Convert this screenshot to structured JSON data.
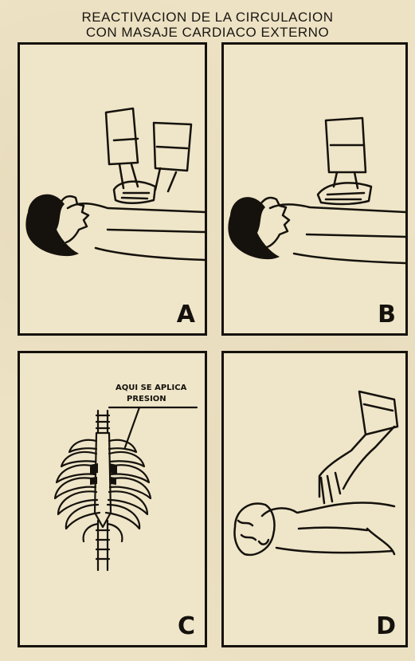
{
  "title": {
    "line1": "REACTIVACION DE LA CIRCULACION",
    "line2": "CON MASAJE CARDIACO EXTERNO"
  },
  "panels": [
    {
      "id": "A",
      "label": "A",
      "illustration": "cpr-hands-on-chest"
    },
    {
      "id": "B",
      "label": "B",
      "illustration": "cpr-compression"
    },
    {
      "id": "C",
      "label": "C",
      "illustration": "ribcage-pressure-point",
      "callout": {
        "line1": "AQUI SE APLICA",
        "line2": "PRESION"
      }
    },
    {
      "id": "D",
      "label": "D",
      "illustration": "infant-two-finger-compression"
    }
  ],
  "colors": {
    "paper": "#ede2c4",
    "ink": "#15120d",
    "skin": "#efe5c8"
  }
}
